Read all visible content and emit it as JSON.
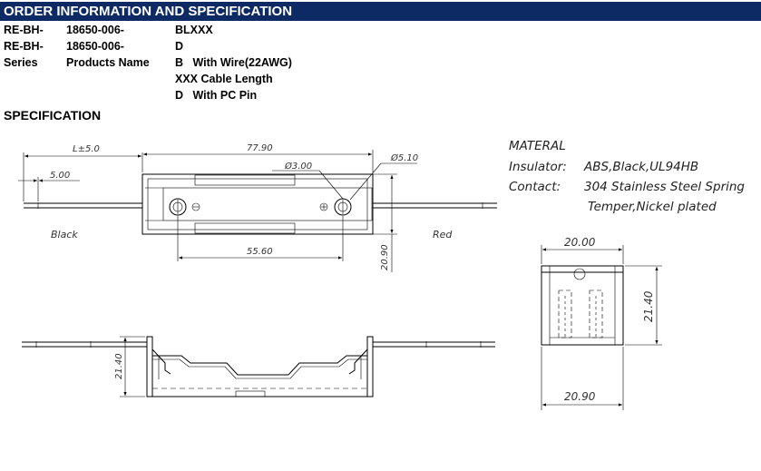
{
  "header": {
    "title": "ORDER INFORMATION AND SPECIFICATION"
  },
  "order": {
    "rows": [
      {
        "c1": "RE-BH-",
        "c2": "18650-006-",
        "c3": "BLXXX"
      },
      {
        "c1": "RE-BH-",
        "c2": "18650-006-",
        "c3": "D"
      },
      {
        "c1": "Series",
        "c2": "Products Name",
        "c3": "B   With Wire(22AWG)"
      },
      {
        "c1": "",
        "c2": "",
        "c3": "XXX Cable Length"
      },
      {
        "c1": "",
        "c2": "",
        "c3": "D   With PC Pin"
      }
    ]
  },
  "spec": {
    "title": "SPECIFICATION"
  },
  "material": {
    "heading": "MATERAL",
    "insulator_label": "Insulator:",
    "insulator_value": "ABS,Black,UL94HB",
    "contact_label": "Contact:",
    "contact_value_1": "304 Stainless Steel Spring",
    "contact_value_2": "Temper,Nickel plated"
  },
  "dimensions": {
    "wire_length": "L±5.0",
    "strip_length": "5.00",
    "overall_length": "77.90",
    "hole_small": "Ø3.00",
    "hole_large": "Ø5.10",
    "pin_spacing": "55.60",
    "body_width": "20.90",
    "body_height": "21.40",
    "end_width_top": "20.00",
    "end_height": "21.40",
    "end_width_bottom": "20.90",
    "wire_black": "Black",
    "wire_red": "Red"
  }
}
